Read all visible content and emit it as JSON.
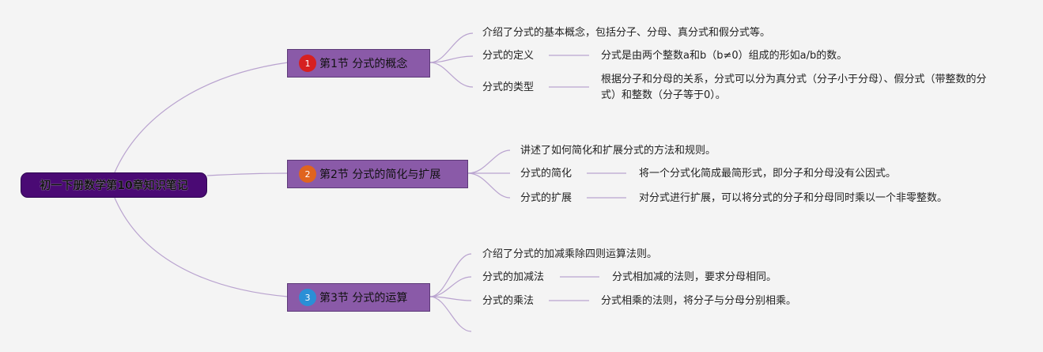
{
  "root": {
    "label": "初一下册数学第10章知识笔记"
  },
  "sections": [
    {
      "label": "第1节 分式的概念",
      "badge": "1",
      "badge_color": "#d62020",
      "summary": "介绍了分式的基本概念，包括分子、分母、真分式和假分式等。",
      "topics": [
        {
          "name": "分式的定义",
          "detail": "分式是由两个整数a和b（b≠0）组成的形如a/b的数。"
        },
        {
          "name": "分式的类型",
          "detail": "根据分子和分母的关系，分式可以分为真分式（分子小于分母）、假分式（带整数的分式）和整数（分子等于0）。"
        }
      ]
    },
    {
      "label": "第2节 分式的简化与扩展",
      "badge": "2",
      "badge_color": "#e0641e",
      "summary": "讲述了如何简化和扩展分式的方法和规则。",
      "topics": [
        {
          "name": "分式的简化",
          "detail": "将一个分式化简成最简形式，即分子和分母没有公因式。"
        },
        {
          "name": "分式的扩展",
          "detail": "对分式进行扩展，可以将分式的分子和分母同时乘以一个非零整数。"
        }
      ]
    },
    {
      "label": "第3节 分式的运算",
      "badge": "3",
      "badge_color": "#2a8fd6",
      "summary": "介绍了分式的加减乘除四则运算法则。",
      "topics": [
        {
          "name": "分式的加减法",
          "detail": "分式相加减的法则，要求分母相同。"
        },
        {
          "name": "分式的乘法",
          "detail": "分式相乘的法则，将分子与分母分别相乘。"
        }
      ]
    }
  ],
  "colors": {
    "line": "#b9a3cf",
    "root_fill": "#4a0a74",
    "section_fill": "#8a5aa8"
  }
}
